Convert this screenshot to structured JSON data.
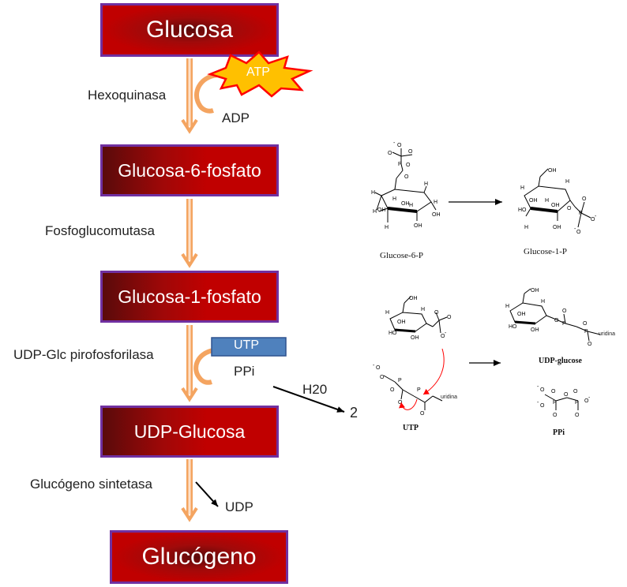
{
  "nodes": {
    "glucose": "Glucosa",
    "g6p": "Glucosa-6-fosfato",
    "g1p": "Glucosa-1-fosfato",
    "udpglc": "UDP-Glucosa",
    "glycogen": "Glucógeno"
  },
  "enzymes": {
    "hexokinase": "Hexoquinasa",
    "pgm": "Fosfoglucomutasa",
    "ugp": "UDP-Glc pirofosforilasa",
    "gs": "Glucógeno sintetasa"
  },
  "cofactors": {
    "atp": "ATP",
    "adp": "ADP",
    "utp": "UTP",
    "ppi": "PPi",
    "udp": "UDP",
    "water": "H20",
    "two": "2"
  },
  "structures": {
    "glucose6p": "Glucose-6-P",
    "glucose1p": "Glucose-1-P",
    "utp": "UTP",
    "udpglucose": "UDP-glucose",
    "ppi": "PPi",
    "uridina": "uridina"
  },
  "colors": {
    "box_red": "#c00000",
    "box_border": "#7030a0",
    "arrow_orange": "#f4a460",
    "atp_star": "#ff0000",
    "atp_fill": "#ffc000",
    "utp_box": "#4f81bd",
    "reaction_arrow_red": "#ff0000"
  }
}
